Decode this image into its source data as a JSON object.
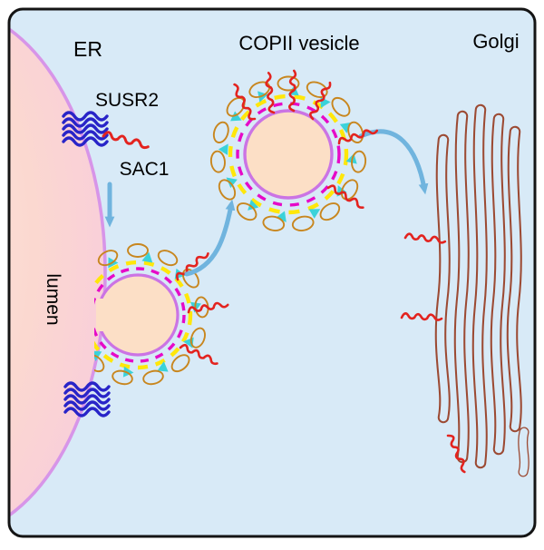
{
  "figure": {
    "labels": {
      "er": "ER",
      "susr2": "SUSR2",
      "sac1": "SAC1",
      "lumen": "lumen",
      "copii_vesicle": "COPII vesicle",
      "golgi": "Golgi"
    }
  },
  "colors": {
    "background": "#d8eaf7",
    "frame": "#141414",
    "er_fill_inner": "#fdeadf",
    "er_fill": "#fbd8d0",
    "er_fill_edge": "#f8cbdd",
    "er_membrane": "#d795e8",
    "vesicle_fill": "#fcdfc6",
    "vesicle_membrane": "#cb74e4",
    "ring_magenta": "#e60ac8",
    "ring_yellow": "#ffe70a",
    "triangle_cyan": "#3ad2da",
    "coat_orange": "#c8861e",
    "protein_red": "#e3231f",
    "arrow_blue": "#70b4de",
    "susr2_blue": "#2824c8",
    "golgi_brown": "#9c4a33",
    "text": "#000000"
  }
}
